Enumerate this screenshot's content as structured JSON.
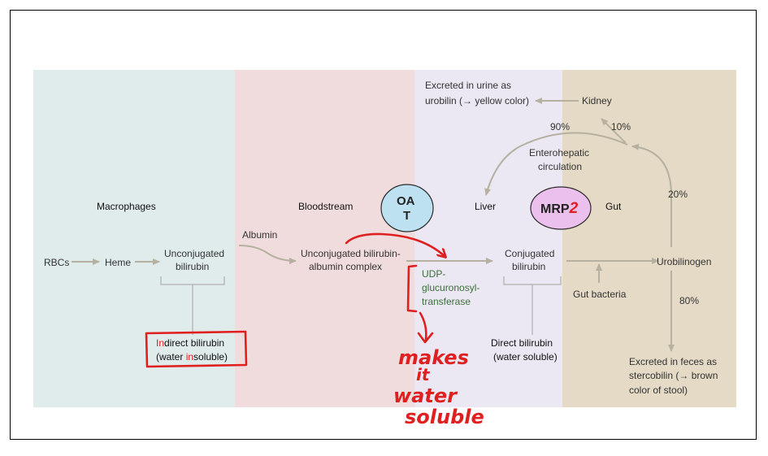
{
  "colors": {
    "macrophage_bg": "#dfeceb",
    "bloodstream_bg": "#f1dcdd",
    "liver_bg": "#ece8f3",
    "gut_bg": "#e4dac6",
    "arrow": "#b5b0a0",
    "annotation": "#e02020",
    "oat_bubble": "#bde1f0",
    "mrp_bubble": "#ecc0ec",
    "enzyme_text": "#3c6e3c"
  },
  "sections": {
    "macrophages": "Macrophages",
    "bloodstream": "Bloodstream",
    "liver": "Liver",
    "gut": "Gut"
  },
  "nodes": {
    "rbcs": "RBCs",
    "heme": "Heme",
    "unconj_1": "Unconjugated",
    "unconj_2": "bilirubin",
    "albumin": "Albumin",
    "complex_1": "Unconjugated bilirubin-",
    "complex_2": "albumin complex",
    "udp_1": "UDP-",
    "udp_2": "glucuronosyl-",
    "udp_3": "transferase",
    "conj_1": "Conjugated",
    "conj_2": "bilirubin",
    "gut_bacteria": "Gut bacteria",
    "urobilinogen": "Urobilinogen",
    "kidney": "Kidney",
    "urine_1": "Excreted in urine as",
    "urine_2": "urobilin (→ yellow color)",
    "entero_1": "Enterohepatic",
    "entero_2": "circulation",
    "feces_1": "Excreted in feces as",
    "feces_2": "stercobilin (→ brown",
    "feces_3": "color of stool)",
    "indirect_1a": "In",
    "indirect_1b": "direct bilirubin",
    "indirect_2a": "(water ",
    "indirect_2b": "in",
    "indirect_2c": "soluble)",
    "direct_1": "Direct bilirubin",
    "direct_2": "(water soluble)"
  },
  "percentages": {
    "p90": "90%",
    "p10": "10%",
    "p20": "20%",
    "p80": "80%"
  },
  "annotations": {
    "oat_line1": "OA",
    "oat_line2": "T",
    "mrp_text": "MRP",
    "mrp_num": "2",
    "note_1": "makes",
    "note_2": "it",
    "note_3": "water",
    "note_4": "soluble"
  }
}
